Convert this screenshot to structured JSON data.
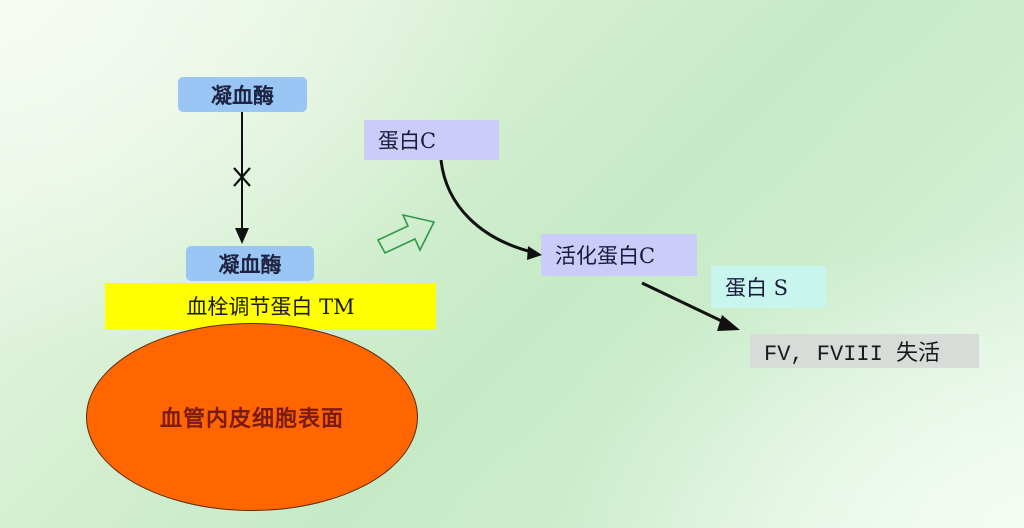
{
  "diagram": {
    "nodes": {
      "thrombin_top": "凝血酶",
      "thrombin_bound": "凝血酶",
      "thrombomodulin": "血栓调节蛋白 TM",
      "endothelial_surface": "血管内皮细胞表面",
      "protein_c": "蛋白C",
      "activated_protein_c": "活化蛋白C",
      "protein_s": "蛋白 S",
      "inactivation": "FV, FVIII 失活"
    },
    "edges": [
      {
        "from": "thrombin_top",
        "to": "thrombin_bound",
        "style": "straight-arrow",
        "marker": "x-cross"
      },
      {
        "from": "protein_c",
        "to": "activated_protein_c",
        "style": "curved-arrow"
      },
      {
        "from": "activated_protein_c",
        "to": "inactivation",
        "style": "straight-arrow",
        "cofactor": "protein_s"
      }
    ],
    "icons": {
      "block_marker": "x-cross-icon",
      "transition_arrow": "hollow-block-arrow-icon"
    },
    "colors": {
      "thrombin_box": "#99c6f4",
      "tm_bar": "#ffff00",
      "cell_ellipse": "#ff6600",
      "protein_c_box": "#ccccfa",
      "protein_s_box": "#c8f6ee",
      "inactivation_box": "#d8dcd8",
      "hollow_arrow_stroke": "#2e9a4a",
      "background": "#d4efd0"
    }
  }
}
